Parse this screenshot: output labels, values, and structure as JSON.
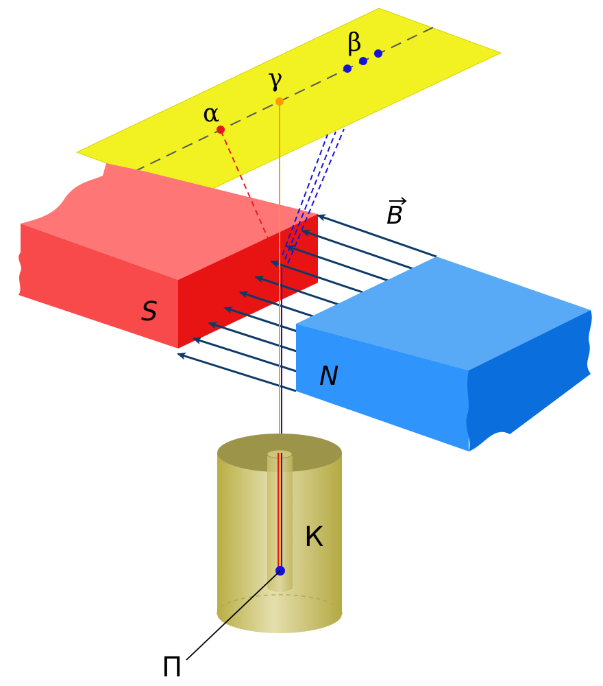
{
  "labels": {
    "alpha": "α",
    "beta": "β",
    "gamma": "γ",
    "field": "B",
    "south_pole": "S",
    "north_pole": "N",
    "container": "К",
    "source": "П"
  },
  "colors": {
    "plate": "#f2f122",
    "plate_edge": "#d4d200",
    "magnet_s_top": "#ff7676",
    "magnet_s_front": "#f84a4a",
    "magnet_s_inner": "#e81414",
    "magnet_n_top": "#58aaf6",
    "magnet_n_front": "#2f94fb",
    "magnet_n_side": "#0a6edc",
    "field_lines": "#0d3a68",
    "alpha_ray": "#e41a1a",
    "beta_ray": "#1414d8",
    "gamma_ray": "#ff9a00",
    "container": "#c8bf62"
  }
}
